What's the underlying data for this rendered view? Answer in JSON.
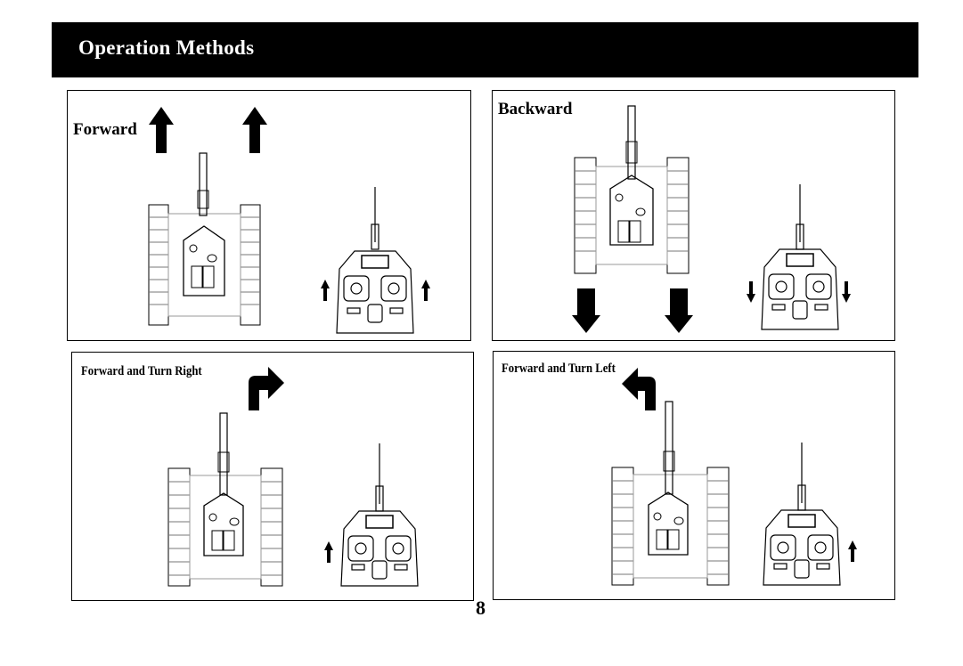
{
  "header": {
    "title": "Operation Methods",
    "background_color": "#000000",
    "text_color": "#ffffff"
  },
  "panels": [
    {
      "label": "Forward",
      "tank_arrows": "up-up",
      "stick_arrows": "up-up",
      "icon": "forward-tank-diagram"
    },
    {
      "label": "Backward",
      "tank_arrows": "down-down",
      "stick_arrows": "down-down",
      "icon": "backward-tank-diagram"
    },
    {
      "label": "Forward and Turn Right",
      "tank_arrows": "turn-right",
      "stick_arrows": "left-stick-up",
      "icon": "turn-right-tank-diagram"
    },
    {
      "label": "Forward and Turn Left",
      "tank_arrows": "turn-left",
      "stick_arrows": "right-stick-up",
      "icon": "turn-left-tank-diagram"
    }
  ],
  "footer": {
    "page_number": "8"
  }
}
